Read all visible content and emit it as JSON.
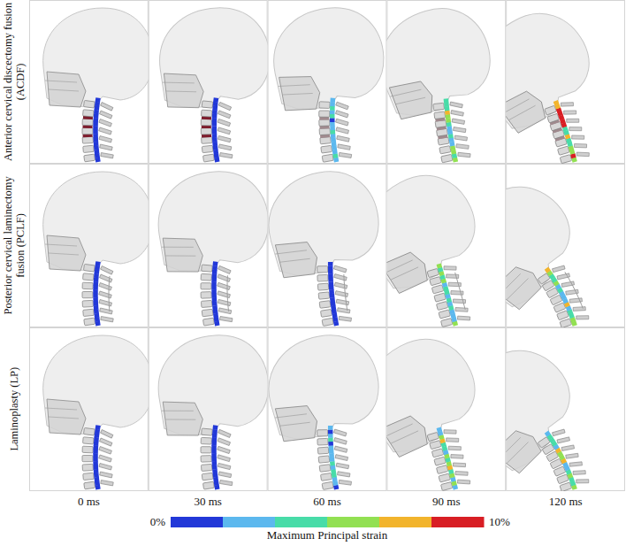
{
  "diagram": {
    "labels": [
      "Anterior cervical discectomy fusion (ACDF)",
      "Posterior cervical laminectomy fusion (PCLF)",
      "Laminoplasty (LP)",
      "0 ms",
      "30 ms",
      "60 ms",
      "90 ms",
      "120 ms",
      "0%",
      "10%",
      "Maximum Principal strain"
    ]
  }
}
